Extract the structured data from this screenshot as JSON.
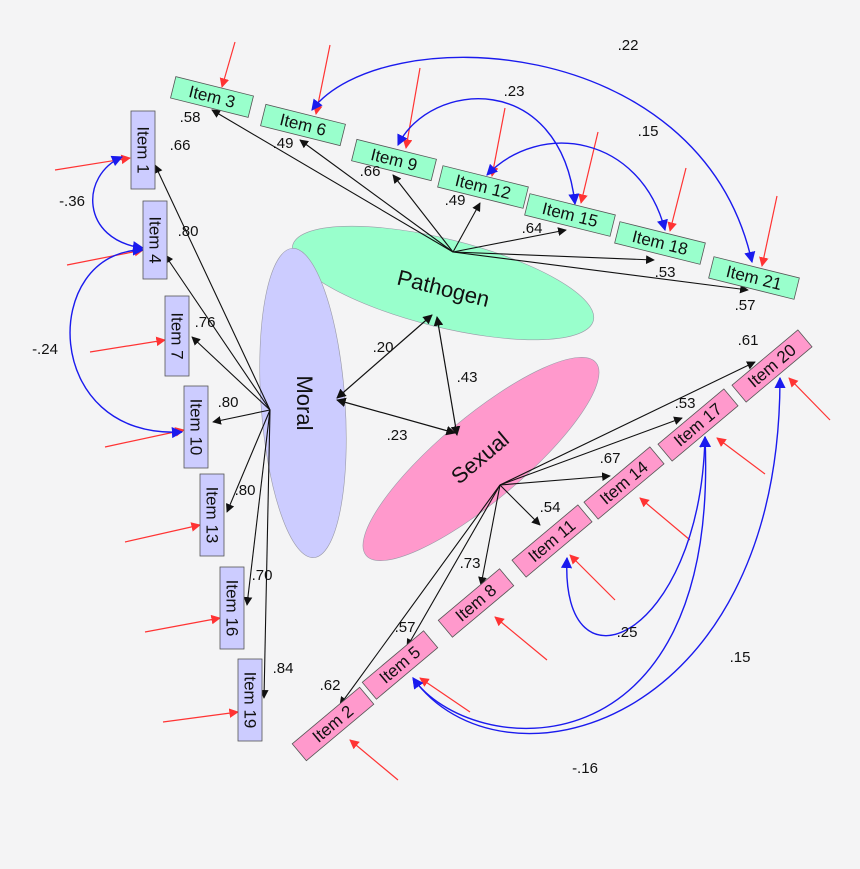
{
  "colors": {
    "pathogen_fill": "#99ffcc",
    "moral_fill": "#ccccff",
    "sexual_fill": "#ff99cc",
    "loading_arrow": "#111111",
    "error_arrow": "#ff3333",
    "covariance_arrow": "#1a1aee"
  },
  "factors": [
    {
      "id": "pathogen",
      "label": "Pathogen"
    },
    {
      "id": "moral",
      "label": "Moral"
    },
    {
      "id": "sexual",
      "label": "Sexual"
    }
  ],
  "factor_correlations": [
    {
      "from": "pathogen",
      "to": "moral",
      "value": ".20"
    },
    {
      "from": "pathogen",
      "to": "sexual",
      "value": ".43"
    },
    {
      "from": "moral",
      "to": "sexual",
      "value": ".23"
    }
  ],
  "items": [
    {
      "id": "i3",
      "label": "Item 3",
      "factor": "pathogen",
      "loading": ".58"
    },
    {
      "id": "i6",
      "label": "Item 6",
      "factor": "pathogen",
      "loading": ".49"
    },
    {
      "id": "i9",
      "label": "Item 9",
      "factor": "pathogen",
      "loading": ".66"
    },
    {
      "id": "i12",
      "label": "Item 12",
      "factor": "pathogen",
      "loading": ".49"
    },
    {
      "id": "i15",
      "label": "Item 15",
      "factor": "pathogen",
      "loading": ".64"
    },
    {
      "id": "i18",
      "label": "Item 18",
      "factor": "pathogen",
      "loading": ".53"
    },
    {
      "id": "i21",
      "label": "Item 21",
      "factor": "pathogen",
      "loading": ".57"
    },
    {
      "id": "i1",
      "label": "Item 1",
      "factor": "moral",
      "loading": ".66"
    },
    {
      "id": "i4",
      "label": "Item 4",
      "factor": "moral",
      "loading": ".80"
    },
    {
      "id": "i7",
      "label": "Item 7",
      "factor": "moral",
      "loading": ".76"
    },
    {
      "id": "i10",
      "label": "Item 10",
      "factor": "moral",
      "loading": ".80"
    },
    {
      "id": "i13",
      "label": "Item 13",
      "factor": "moral",
      "loading": ".80"
    },
    {
      "id": "i16",
      "label": "Item 16",
      "factor": "moral",
      "loading": ".70"
    },
    {
      "id": "i19",
      "label": "Item 19",
      "factor": "moral",
      "loading": ".84"
    },
    {
      "id": "i2",
      "label": "Item 2",
      "factor": "sexual",
      "loading": ".62"
    },
    {
      "id": "i5",
      "label": "Item 5",
      "factor": "sexual",
      "loading": ".57"
    },
    {
      "id": "i8",
      "label": "Item 8",
      "factor": "sexual",
      "loading": ".73"
    },
    {
      "id": "i11",
      "label": "Item 11",
      "factor": "sexual",
      "loading": ".54"
    },
    {
      "id": "i14",
      "label": "Item 14",
      "factor": "sexual",
      "loading": ".67"
    },
    {
      "id": "i17",
      "label": "Item 17",
      "factor": "sexual",
      "loading": ".53"
    },
    {
      "id": "i20",
      "label": "Item 20",
      "factor": "sexual",
      "loading": ".61"
    }
  ],
  "error_covariances": [
    {
      "from": "i3",
      "to": "i21",
      "value": ".22"
    },
    {
      "from": "i6",
      "to": "i15",
      "value": ".23"
    },
    {
      "from": "i12",
      "to": "i18",
      "value": ".15"
    },
    {
      "from": "i1",
      "to": "i4",
      "value": "-.36"
    },
    {
      "from": "i4",
      "to": "i10",
      "value": "-.24"
    },
    {
      "from": "i11",
      "to": "i17",
      "value": ".25"
    },
    {
      "from": "i5",
      "to": "i20",
      "value": ".15"
    },
    {
      "from": "i5",
      "to": "i17",
      "value": "-.16"
    }
  ]
}
